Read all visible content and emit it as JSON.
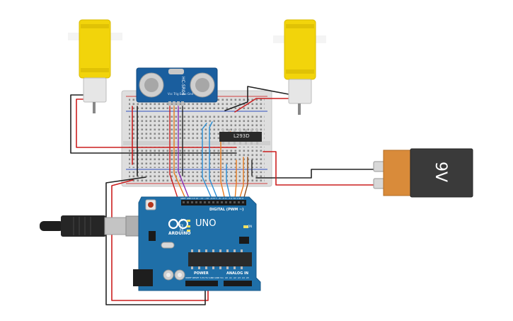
{
  "sensor": {
    "model": "HC-SR04",
    "pins": [
      "Vcc",
      "Trig",
      "Echo",
      "Gnd"
    ]
  },
  "driver_chip": {
    "label": "L293D"
  },
  "battery": {
    "label": "9V"
  },
  "arduino": {
    "brand": "ARDUINO",
    "model": "UNO",
    "digital_header": "DIGITAL (PWM ~)",
    "power_header": "POWER",
    "analog_header": "ANALOG IN",
    "digital_pins": [
      "AREF",
      "GND",
      "13",
      "12",
      "~11",
      "~10",
      "~9",
      "8",
      "7",
      "~6",
      "~5",
      "4",
      "~3",
      "2",
      "TX 1",
      "RX 0"
    ],
    "power_pins": [
      "IOREF",
      "RESET",
      "3.3V",
      "5V",
      "GND",
      "GND",
      "Vin"
    ],
    "analog_pins": [
      "A0",
      "A1",
      "A2",
      "A3",
      "A4",
      "A5"
    ],
    "led_labels": [
      "L",
      "TX",
      "RX",
      "ON"
    ]
  },
  "colors": {
    "wire_red": "#cc1f1f",
    "wire_black": "#222222",
    "wire_orange": "#e87a1e",
    "wire_blue": "#2a8fd6",
    "wire_purple": "#8a2bb5",
    "wire_brown": "#8b4a1a",
    "board_blue": "#1f6fa8",
    "motor_yellow": "#f2d40b",
    "sensor_blue": "#1a5e9e",
    "battery_orange": "#d98b3a"
  }
}
